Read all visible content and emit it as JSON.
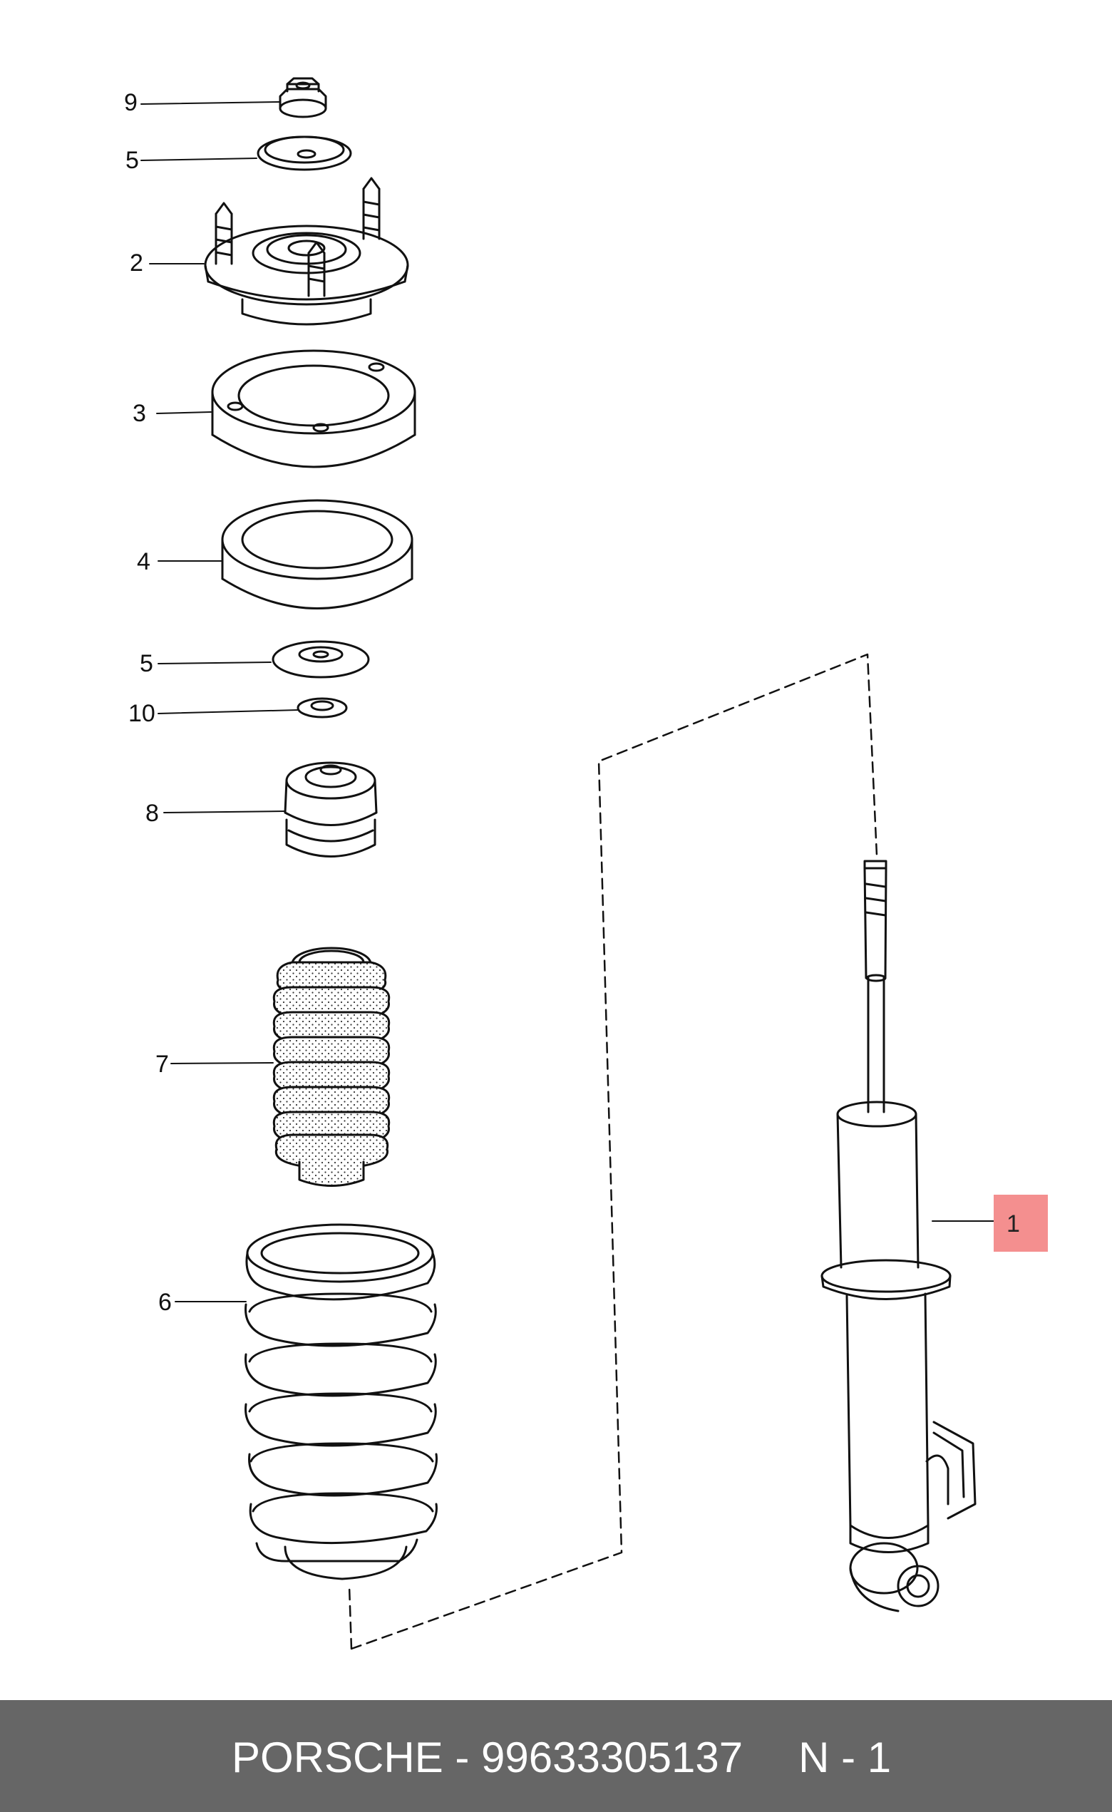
{
  "callouts": {
    "c9": "9",
    "c5a": "5",
    "c2": "2",
    "c3": "3",
    "c4": "4",
    "c5b": "5",
    "c10": "10",
    "c8": "8",
    "c7": "7",
    "c6": "6",
    "c1": "1"
  },
  "colors": {
    "highlight": "#f48f8f",
    "footer_bg": "#666666",
    "line": "#111111"
  },
  "footer": {
    "part_label": "PORSCHE - 99633305137",
    "qty_label": "N - 1"
  }
}
